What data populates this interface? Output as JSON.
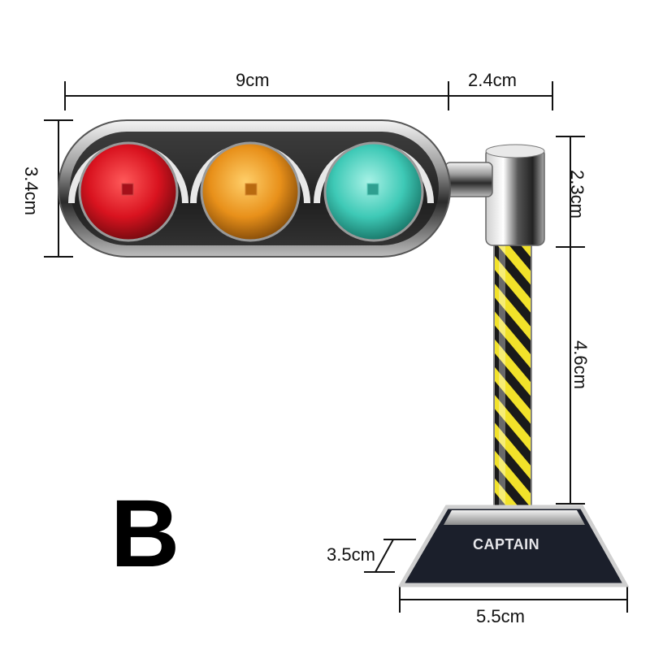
{
  "product": {
    "variant_letter": "B",
    "brand": "CAPTAIN",
    "light_colors": {
      "red": "#d9131f",
      "amber": "#e8901a",
      "green": "#3ec9b6"
    }
  },
  "dimensions": {
    "head_width": "9cm",
    "arm_length": "2.4cm",
    "head_height": "3.4cm",
    "collar_height": "2.3cm",
    "pole_height": "4.6cm",
    "base_height": "3.5cm",
    "base_width": "5.5cm"
  }
}
